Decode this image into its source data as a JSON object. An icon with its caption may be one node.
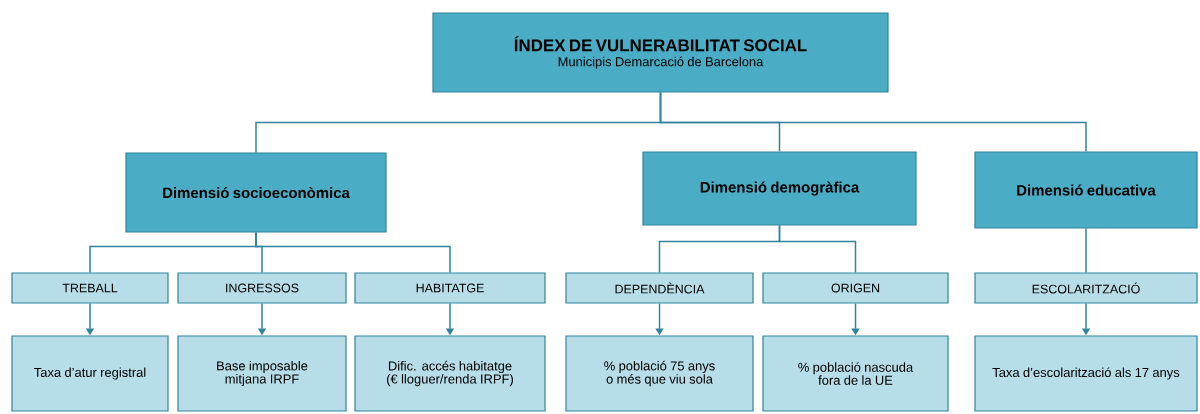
{
  "diagram": {
    "nodes": [
      {
        "text": [
          "ÍNDEX DE VULNERABILITAT SOCIAL",
          "Municipis Demarcació de Barcelona"
        ]
      },
      {
        "text": [
          "Dimensió socioeconòmica"
        ]
      },
      {
        "text": [
          "Dimensió demogràfica"
        ]
      },
      {
        "text": [
          "Dimensió educativa"
        ]
      },
      {
        "text": [
          "TREBALL"
        ]
      },
      {
        "text": [
          "INGRESSOS"
        ]
      },
      {
        "text": [
          "HABITATGE"
        ]
      },
      {
        "text": [
          "DEPENDÈNCIA"
        ]
      },
      {
        "text": [
          "ORIGEN"
        ]
      },
      {
        "text": [
          "ESCOLARITZACIÓ"
        ]
      },
      {
        "text": [
          "Taxa d’atur registral"
        ]
      },
      {
        "text": [
          "Base imposable mitjana IRPF"
        ]
      },
      {
        "text": [
          "Dific. accés habitatge (€ lloguer/renda IRPF)"
        ]
      },
      {
        "text": [
          "% població 75 anys o més que viu sola"
        ]
      },
      {
        "text": [
          "% població nascuda fora de la UE"
        ]
      },
      {
        "text": [
          "Taxa d’escolarització als 17 anys"
        ]
      }
    ],
    "edges": [
      {
        "from": 0,
        "to": 1,
        "arrow": "none"
      },
      {
        "from": 0,
        "to": 2,
        "arrow": "none"
      },
      {
        "from": 0,
        "to": 3,
        "arrow": "none"
      },
      {
        "from": 1,
        "to": 4,
        "arrow": "none"
      },
      {
        "from": 1,
        "to": 5,
        "arrow": "none"
      },
      {
        "from": 1,
        "to": 6,
        "arrow": "none"
      },
      {
        "from": 2,
        "to": 7,
        "arrow": "none"
      },
      {
        "from": 2,
        "to": 8,
        "arrow": "none"
      },
      {
        "from": 3,
        "to": 9,
        "arrow": "none"
      },
      {
        "from": 4,
        "to": 10,
        "arrow": "to"
      },
      {
        "from": 5,
        "to": 11,
        "arrow": "to"
      },
      {
        "from": 6,
        "to": 12,
        "arrow": "to"
      },
      {
        "from": 7,
        "to": 13,
        "arrow": "to"
      },
      {
        "from": 8,
        "to": 14,
        "arrow": "to"
      },
      {
        "from": 9,
        "to": 15,
        "arrow": "to"
      }
    ]
  }
}
